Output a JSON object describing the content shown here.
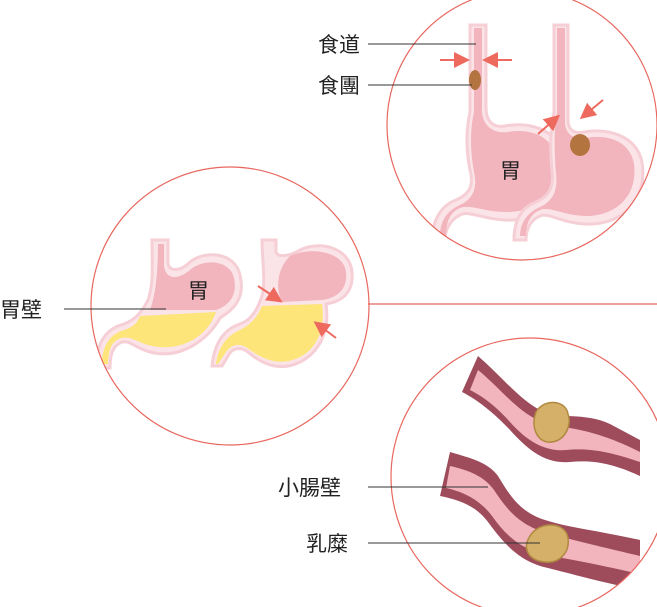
{
  "labels": {
    "esophagus": "食道",
    "bolus": "食團",
    "stomach_top": "胃",
    "stomach_mid": "胃",
    "stomach_wall": "胃壁",
    "intestine_wall": "小腸壁",
    "chyme": "乳糜"
  },
  "colors": {
    "circle_outline": "#e8675e",
    "divider_line": "#e8675e",
    "organ_pink": "#f2b4bd",
    "organ_dark_pink": "#e38a98",
    "organ_light": "#fbe4e7",
    "bolus_brown": "#b3743f",
    "chyme_yellow": "#fde57a",
    "chyme_tan": "#d4b068",
    "intestine_dark": "#9e4c5c",
    "arrow_red": "#ee6a5f",
    "leader_line": "#333333"
  }
}
